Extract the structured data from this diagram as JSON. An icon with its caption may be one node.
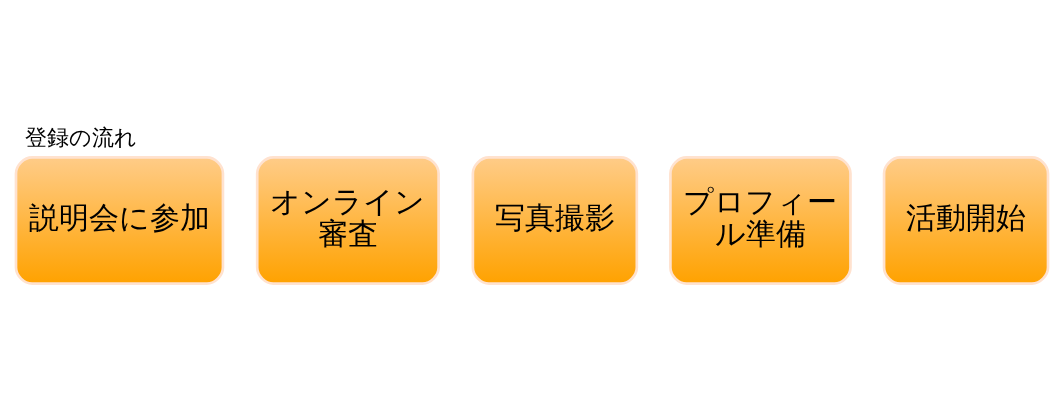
{
  "diagram": {
    "title": "登録の流れ",
    "nodes": [
      {
        "text": [
          "説明会に参加"
        ]
      },
      {
        "text": [
          "オンライン審査"
        ]
      },
      {
        "text": [
          "写真撮影"
        ]
      },
      {
        "text": [
          "プロフィール準備"
        ]
      },
      {
        "text": [
          "活動開始"
        ]
      }
    ],
    "edges": []
  }
}
